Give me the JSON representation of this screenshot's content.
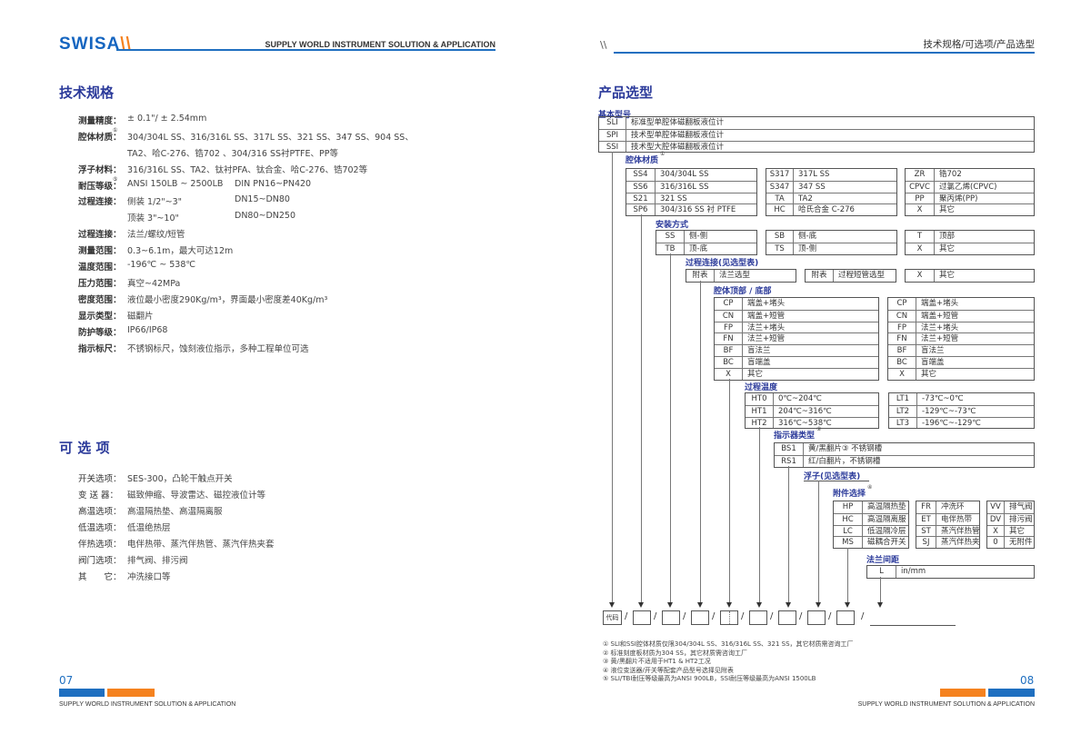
{
  "left": {
    "logo": "SWISA",
    "logo_mark": "\\\\",
    "header": "SUPPLY WORLD INSTRUMENT SOLUTION & APPLICATION",
    "spec_title": "技术规格",
    "specs": [
      {
        "label": "测量精度：",
        "value": "± 0.1\"/ ± 2.54mm"
      },
      {
        "label": "腔体材质：",
        "sup": "①",
        "value": "304/304L SS、316/316L SS、317L SS、321 SS、347 SS、904 SS、"
      },
      {
        "label": "",
        "value": "TA2、哈C-276、锆702 、304/316 SS衬PTFE、PP等"
      },
      {
        "label": "浮子材料：",
        "value": "316/316L SS、TA2、钛衬PFA、钛合金、哈C-276、锆702等"
      },
      {
        "label": "耐压等级：",
        "sup": "⑤",
        "value": "ANSI 150LB ~ 2500LB",
        "value2": "DIN PN16~PN420"
      },
      {
        "label": "过程连接：",
        "value": "侧装 1/2\"~3\"",
        "value2": "DN15~DN80"
      },
      {
        "label": "",
        "value": "顶装 3\"~10\"",
        "value2": "DN80~DN250"
      },
      {
        "label": "过程连接：",
        "value": "法兰/螺纹/短管"
      },
      {
        "label": "测量范围：",
        "value": "0.3~6.1m，最大可达12m"
      },
      {
        "label": "温度范围：",
        "value": "-196℃ ~ 538℃"
      },
      {
        "label": "压力范围：",
        "value": "真空~42MPa"
      },
      {
        "label": "密度范围：",
        "value": "液位最小密度290Kg/m³，界面最小密度差40Kg/m³"
      },
      {
        "label": "显示类型：",
        "value": "磁翻片"
      },
      {
        "label": "防护等级：",
        "value": "IP66/IP68"
      },
      {
        "label": "指示标尺：",
        "value": "不锈钢标尺，蚀刻液位指示，多种工程单位可选"
      }
    ],
    "options_title": "可 选 项",
    "options": [
      {
        "label": "开关选项：",
        "value": "SES-300，凸轮干触点开关"
      },
      {
        "label": "变 送 器：",
        "value": "磁致伸缩、导波雷达、磁控液位计等"
      },
      {
        "label": "高温选项：",
        "value": "高温隔热垫、高温隔离服"
      },
      {
        "label": "低温选项：",
        "value": "低温绝热层"
      },
      {
        "label": "伴热选项：",
        "value": "电伴热带、蒸汽伴热管、蒸汽伴热夹套"
      },
      {
        "label": "阀门选项：",
        "value": "排气阀、排污阀"
      },
      {
        "label": "其　　它：",
        "value": "冲洗接口等"
      }
    ],
    "page_number": "07",
    "footer": "SUPPLY WORLD INSTRUMENT SOLUTION & APPLICATION"
  },
  "right": {
    "header_mark": "\\\\",
    "header": "技术规格/可选项/产品选型",
    "title": "产品选型",
    "sections": {
      "base": {
        "title": "基本型号",
        "tables": [
          [
            [
              "SLI",
              "标准型单腔体磁翻板液位计"
            ],
            [
              "SPI",
              "技术型单腔体磁翻板液位计"
            ],
            [
              "SSI",
              "技术型大腔体磁翻板液位计"
            ]
          ]
        ]
      },
      "material": {
        "title": "腔体材质",
        "sup": "①",
        "tables": [
          [
            [
              "SS4",
              "304/304L SS"
            ],
            [
              "SS6",
              "316/316L SS"
            ],
            [
              "S21",
              "321 SS"
            ],
            [
              "SP6",
              "304/316 SS 衬 PTFE"
            ]
          ],
          [
            [
              "S317",
              "317L SS"
            ],
            [
              "S347",
              "347 SS"
            ],
            [
              "TA",
              "TA2"
            ],
            [
              "HC",
              "哈氏合金 C-276"
            ]
          ],
          [
            [
              "ZR",
              "锆702"
            ],
            [
              "CPVC",
              "过氯乙烯(CPVC)"
            ],
            [
              "PP",
              "聚丙烯(PP)"
            ],
            [
              "X",
              "其它"
            ]
          ]
        ]
      },
      "mount": {
        "title": "安装方式",
        "tables": [
          [
            [
              "SS",
              "侧-侧"
            ],
            [
              "TB",
              "顶-底"
            ]
          ],
          [
            [
              "SB",
              "侧-底"
            ],
            [
              "TS",
              "顶-侧"
            ]
          ],
          [
            [
              "T",
              "顶部"
            ],
            [
              "X",
              "其它"
            ]
          ]
        ]
      },
      "conn": {
        "title": "过程连接(见选型表)",
        "tables": [
          [
            [
              "附表",
              "法兰选型"
            ]
          ],
          [
            [
              "附表",
              "过程短管选型"
            ]
          ],
          [
            [
              "X",
              "其它"
            ]
          ]
        ]
      },
      "ends": {
        "title": "腔体顶部 / 底部",
        "tables": [
          [
            [
              "CP",
              "端盖+堵头"
            ],
            [
              "CN",
              "端盖+短管"
            ],
            [
              "FP",
              "法兰+堵头"
            ],
            [
              "FN",
              "法兰+短管"
            ],
            [
              "BF",
              "盲法兰"
            ],
            [
              "BC",
              "盲端盖"
            ],
            [
              "X",
              "其它"
            ]
          ],
          [
            [
              "CP",
              "端盖+堵头"
            ],
            [
              "CN",
              "端盖+短管"
            ],
            [
              "FP",
              "法兰+堵头"
            ],
            [
              "FN",
              "法兰+短管"
            ],
            [
              "BF",
              "盲法兰"
            ],
            [
              "BC",
              "盲端盖"
            ],
            [
              "X",
              "其它"
            ]
          ]
        ]
      },
      "temp": {
        "title": "过程温度",
        "tables": [
          [
            [
              "HT0",
              "0℃~204℃"
            ],
            [
              "HT1",
              "204℃~316℃"
            ],
            [
              "HT2",
              "316℃~538℃"
            ]
          ],
          [
            [
              "LT1",
              "-73℃~0℃"
            ],
            [
              "LT2",
              "-129℃~-73℃"
            ],
            [
              "LT3",
              "-196℃~-129℃"
            ]
          ]
        ]
      },
      "indicator": {
        "title": "指示器类型",
        "sup": "②",
        "tables": [
          [
            [
              "BS1",
              "黄/黑翻片③ 不锈钢槽"
            ],
            [
              "RS1",
              "红/白翻片，不锈钢槽"
            ]
          ]
        ]
      },
      "float": {
        "title": "浮子(见选型表)"
      },
      "acc": {
        "title": "附件选择",
        "sup": "④",
        "tables": [
          [
            [
              "HP",
              "高温隔热垫"
            ],
            [
              "HC",
              "高温隔离服"
            ],
            [
              "LC",
              "低温隔冷层"
            ],
            [
              "MS",
              "磁耦合开关"
            ]
          ],
          [
            [
              "FR",
              "冲洗环"
            ],
            [
              "ET",
              "电伴热带"
            ],
            [
              "ST",
              "蒸汽伴热管"
            ],
            [
              "SJ",
              "蒸汽伴热夹套"
            ]
          ],
          [
            [
              "VV",
              "排气阀"
            ],
            [
              "DV",
              "排污阀"
            ],
            [
              "X",
              "其它"
            ],
            [
              "0",
              "无附件"
            ]
          ]
        ]
      },
      "flange": {
        "title": "法兰间距",
        "tables": [
          [
            [
              "L",
              "in/mm"
            ]
          ]
        ]
      }
    },
    "code_label": "代码",
    "slash": "/",
    "footnotes": [
      "① SLI和SSI腔体材质仅限304/304L SS、316/316L SS、321 SS，其它材质需咨询工厂",
      "② 标准刻度板材质为304 SS，其它材质需咨询工厂",
      "③ 黄/黑翻片不适用于HT1 & HT2工况",
      "④ 液位变送器/开关等配套产品型号选择见附表",
      "⑤ SLI/TBI耐压等级最高为ANSI 900LB，SSI耐压等级最高为ANSI 1500LB"
    ],
    "page_number": "08",
    "footer": "SUPPLY WORLD INSTRUMENT SOLUTION & APPLICATION"
  },
  "colors": {
    "blue": "#1f6fc0",
    "orange": "#f5821f",
    "heading": "#2b3a9a"
  }
}
